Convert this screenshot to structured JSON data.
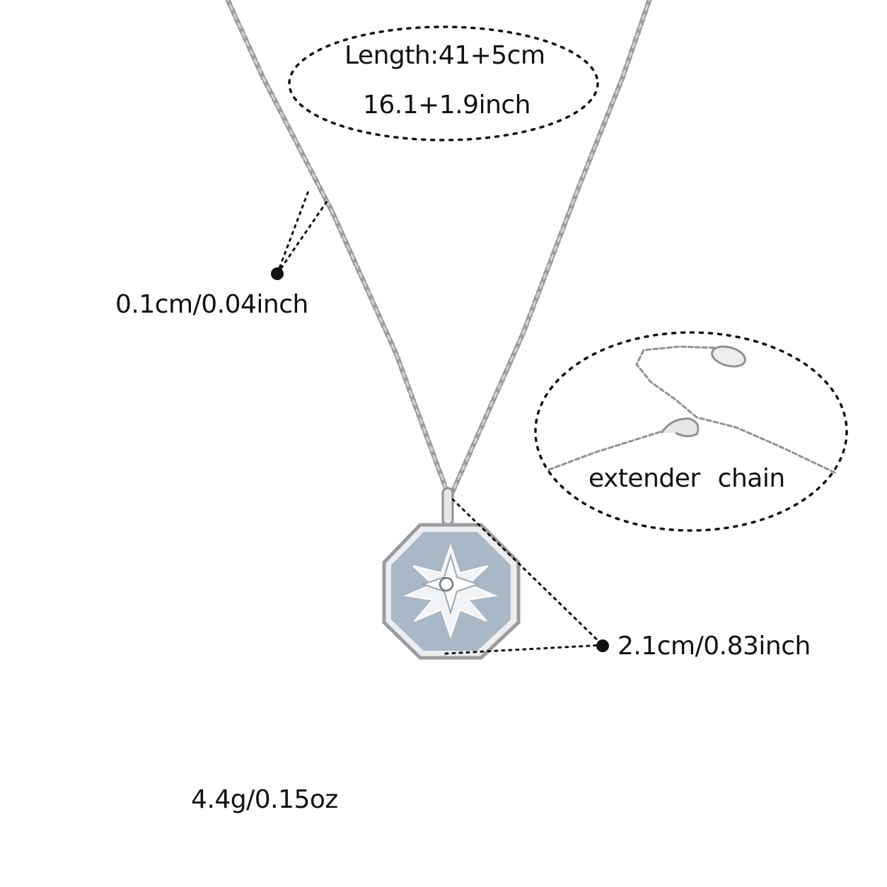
{
  "annotations": {
    "length_cm": "Length:41+5cm",
    "length_inch": "16.1+1.9inch",
    "chain_width": "0.1cm/0.04inch",
    "extender": "extender  chain",
    "pendant_size": "2.1cm/0.83inch",
    "weight": "4.4g/0.15oz"
  },
  "colors": {
    "background": "#ffffff",
    "chain": "#9a9ca0",
    "enamel": "#a9b8c6",
    "metal": "#e8e9eb",
    "text": "#111111"
  }
}
